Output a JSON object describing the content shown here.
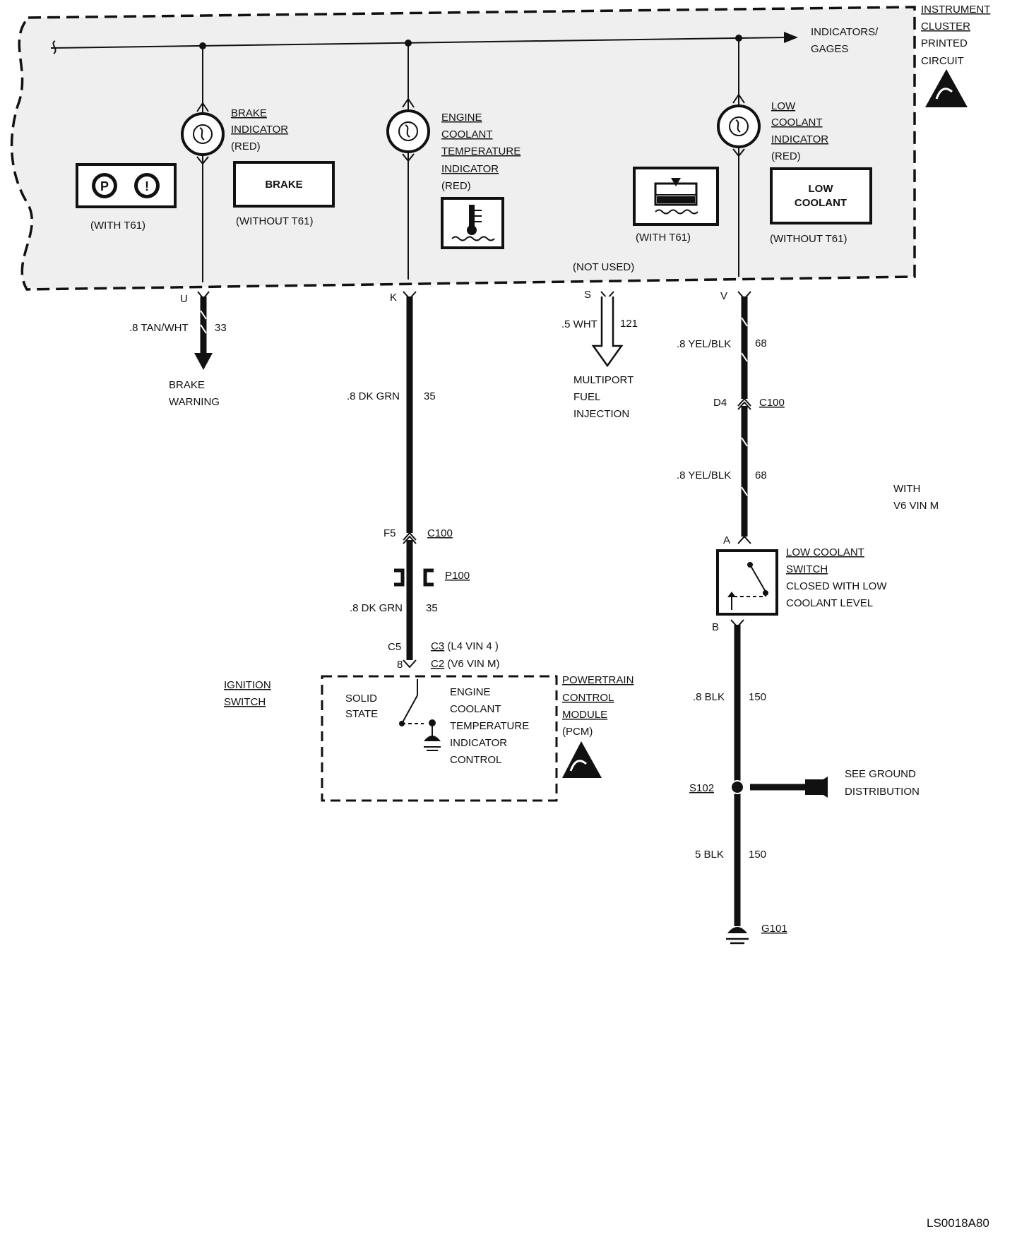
{
  "diagram_id": "LS0018A80",
  "instrument_cluster": {
    "title_lines": [
      "INSTRUMENT",
      "CLUSTER"
    ],
    "printed_circuit_lines": [
      "PRINTED",
      "CIRCUIT"
    ],
    "indicators_gages_lines": [
      "INDICATORS/",
      "GAGES"
    ],
    "not_used": "(NOT USED)"
  },
  "brake": {
    "indicator_lines": [
      "BRAKE",
      "INDICATOR"
    ],
    "color": "(RED)",
    "box_label": "BRAKE",
    "with_t61": "(WITH T61)",
    "without_t61": "(WITHOUT T61)",
    "terminal": "U",
    "wire_label": ".8 TAN/WHT",
    "circuit": "33",
    "destination_lines": [
      "BRAKE",
      "WARNING"
    ],
    "icon_p": "P",
    "icon_i": "!"
  },
  "coolant_temp": {
    "indicator_lines": [
      "ENGINE",
      "COOLANT",
      "TEMPERATURE",
      "INDICATOR"
    ],
    "color": "(RED)",
    "terminal": "K",
    "wire1_label": ".8 DK GRN",
    "wire1_circuit": "35",
    "conn1_pin": "F5",
    "conn1_name": "C100",
    "conn2_name": "P100",
    "wire2_label": ".8 DK GRN",
    "wire2_circuit": "35",
    "pcm_pin_a": "C5",
    "pcm_pin_b": "8",
    "pcm_conn_a": "C3",
    "pcm_conn_a_note": "(L4 VIN 4 )",
    "pcm_conn_b": "C2",
    "pcm_conn_b_note": "(V6 VIN M)"
  },
  "ignition_switch_lines": [
    "IGNITION",
    "SWITCH"
  ],
  "pcm": {
    "name_lines": [
      "POWERTRAIN",
      "CONTROL",
      "MODULE"
    ],
    "abbr": "(PCM)",
    "solid_state_lines": [
      "SOLID",
      "STATE"
    ],
    "control_lines": [
      "ENGINE",
      "COOLANT",
      "TEMPERATURE",
      "INDICATOR",
      "CONTROL"
    ]
  },
  "mfi": {
    "terminal": "S",
    "wire_label": ".5 WHT",
    "circuit": "121",
    "destination_lines": [
      "MULTIPORT",
      "FUEL",
      "INJECTION"
    ]
  },
  "low_coolant": {
    "indicator_lines": [
      "LOW",
      "COOLANT",
      "INDICATOR"
    ],
    "color": "(RED)",
    "box_lines": [
      "LOW",
      "COOLANT"
    ],
    "with_t61": "(WITH T61)",
    "without_t61": "(WITHOUT T61)",
    "terminal": "V",
    "wire1_label": ".8 YEL/BLK",
    "wire1_circuit": "68",
    "conn_pin": "D4",
    "conn_name": "C100",
    "wire2_label": ".8 YEL/BLK",
    "wire2_circuit": "68",
    "with_v6_lines": [
      "WITH",
      "V6 VIN M"
    ],
    "switch_pin_a": "A",
    "switch_pin_b": "B",
    "switch_name_lines": [
      "LOW COOLANT",
      "SWITCH"
    ],
    "switch_desc_lines": [
      "CLOSED WITH LOW",
      "COOLANT LEVEL"
    ],
    "wire3_label": ".8 BLK",
    "wire3_circuit": "150",
    "splice": "S102",
    "see_ground_lines": [
      "SEE GROUND",
      "DISTRIBUTION"
    ],
    "wire4_label": "5 BLK",
    "wire4_circuit": "150",
    "ground": "G101"
  }
}
